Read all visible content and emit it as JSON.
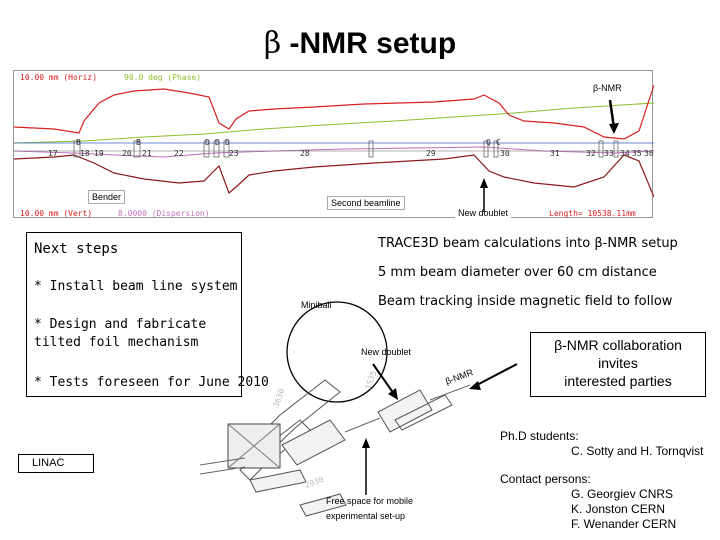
{
  "title": {
    "beta": "β",
    "text": " -NMR setup"
  },
  "plot": {
    "top_left_red": "10.00 mm (Horiz)",
    "top_left_green": "90.0 deg (Phase)",
    "bottom_left_red": "10.00 mm (Vert)",
    "bottom_left_dispersion": "8.0000 (Dispersion)",
    "length": "Length= 10538.11mm",
    "element_numbers": [
      "17",
      "18",
      "19",
      "20",
      "21",
      "22",
      "23",
      "28",
      "29",
      "30",
      "31",
      "32",
      "33",
      "34",
      "35",
      "36"
    ],
    "markers": [
      "B",
      "B",
      "D",
      "D",
      "D",
      "Q",
      "C"
    ],
    "bnmr_label": "β-NMR",
    "bender_label": "Bender",
    "second_beamline_label": "Second beamline",
    "new_doublet_label": "New doublet"
  },
  "steps": {
    "heading": "Next steps",
    "item1": "* Install beam line system",
    "item2_line1": "* Design and fabricate",
    "item2_line2": "tilted foil mechanism",
    "item3": "* Tests foreseen for June 2010"
  },
  "info": {
    "line1": "TRACE3D beam calculations into β-NMR setup",
    "line2": "5 mm beam diameter over 60 cm distance",
    "line3": "Beam tracking inside magnetic field to follow"
  },
  "layout_labels": {
    "miniball": "Miniball",
    "new_doublet": "New doublet",
    "bnmr": "β-NMR",
    "linac": "LINAC",
    "free_space_line1": "Free space for mobile",
    "free_space_line2": "experimental set-up"
  },
  "collaboration": {
    "line1": "β-NMR collaboration",
    "line2": "invites",
    "line3": "interested parties"
  },
  "phd": {
    "heading": "Ph.D students:",
    "names": "C. Sotty and H. Tornqvist"
  },
  "contacts": {
    "heading": "Contact persons:",
    "person1": "G. Georgiev CNRS",
    "person2": "K. Jonston CERN",
    "person3": "F. Wenander CERN"
  },
  "colors": {
    "horiz_envelope": "#d62020",
    "vert_envelope": "#8b1a1a",
    "phase": "#8fbf2f",
    "dispersion": "#c070c0",
    "blue_line": "#3b63c4"
  }
}
